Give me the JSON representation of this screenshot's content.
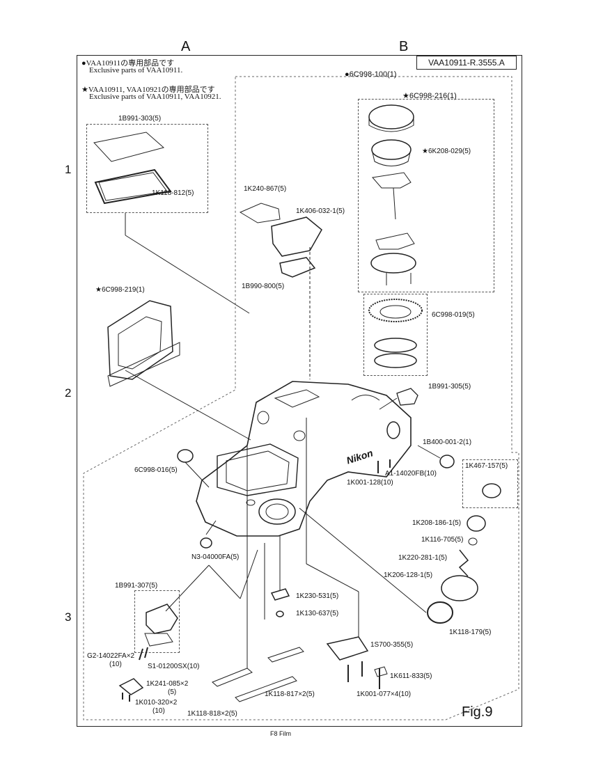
{
  "columns": [
    "A",
    "B"
  ],
  "rows": [
    "1",
    "2",
    "3"
  ],
  "ref_code": "VAA10911-R.3555.A",
  "notes": {
    "note1_jp": "●VAA10911の専用部品です",
    "note1_en": "Exclusive parts of VAA10911.",
    "note2_jp": "★VAA10911, VAA10921の専用部品です",
    "note2_en": "Exclusive parts of VAA10911, VAA10921."
  },
  "figure": "Fig.9",
  "footer": "F8 Film",
  "parts": {
    "p01": "●6C998-100(1)",
    "p02": "★6C998-216(1)",
    "p03": "★6K208-029(5)",
    "p04": "1B991-303(5)",
    "p05": "1K118-812(5)",
    "p06": "1K240-867(5)",
    "p07": "1K406-032-1(5)",
    "p08": "1B990-800(5)",
    "p09": "★6C998-219(1)",
    "p10": "6C998-019(5)",
    "p11": "1B991-305(5)",
    "p12": "1B400-001-2(1)",
    "p13": "1K467-157(5)",
    "p14": "6C998-016(5)",
    "p15": "A1-14020FB(10)",
    "p16": "1K001-128(10)",
    "p17": "1K208-186-1(5)",
    "p18": "1K116-705(5)",
    "p19": "1K220-281-1(5)",
    "p20": "1K206-128-1(5)",
    "p21": "N3-04000FA(5)",
    "p22": "1B991-307(5)",
    "p23": "1K230-531(5)",
    "p24": "1K130-637(5)",
    "p25": "1K118-179(5)",
    "p26": "1S700-355(5)",
    "p27": "G2-14022FA×2",
    "p27b": "(10)",
    "p28": "S1-01200SX(10)",
    "p29": "1K611-833(5)",
    "p30": "1K241-085×2",
    "p30b": "(5)",
    "p31": "1K001-077×4(10)",
    "p32": "1K010-320×2",
    "p32b": "(10)",
    "p33": "1K118-817×2(5)",
    "p34": "1K118-818×2(5)"
  },
  "brand_mark": "Nikon"
}
